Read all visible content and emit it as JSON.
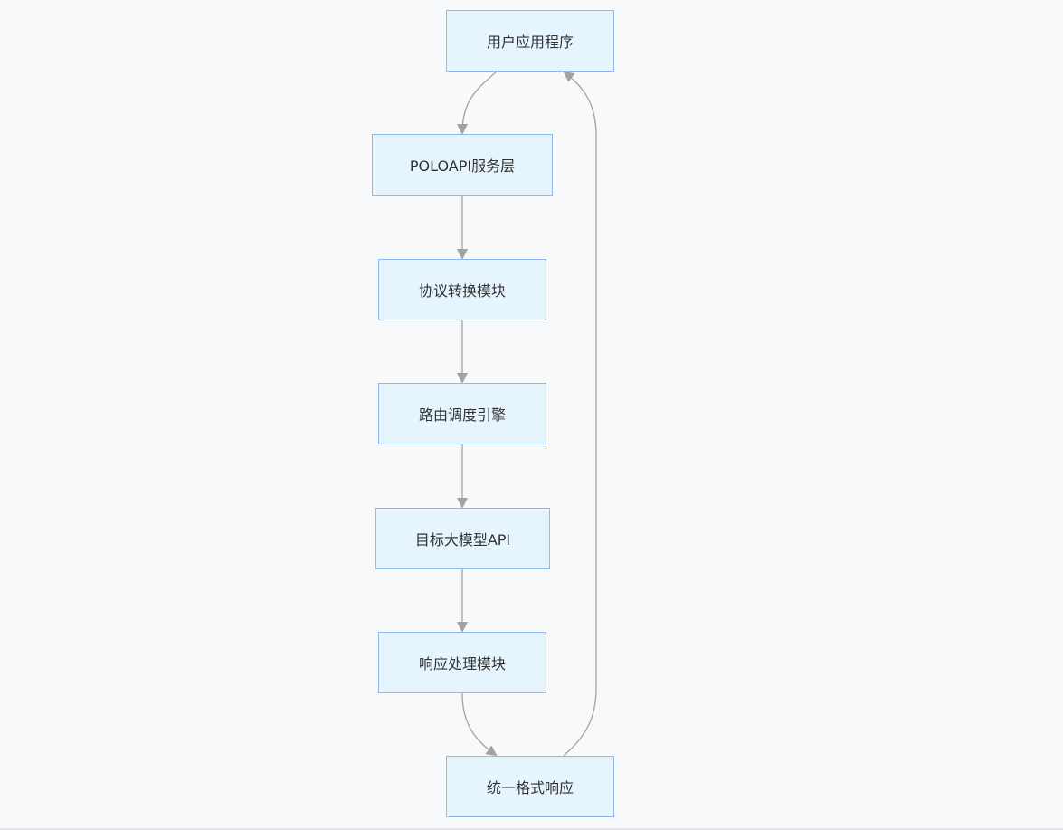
{
  "diagram": {
    "type": "flowchart",
    "nodes": [
      {
        "id": "n1",
        "label": "用户应用程序"
      },
      {
        "id": "n2",
        "label": "POLOAPI服务层"
      },
      {
        "id": "n3",
        "label": "协议转换模块"
      },
      {
        "id": "n4",
        "label": "路由调度引擎"
      },
      {
        "id": "n5",
        "label": "目标大模型API"
      },
      {
        "id": "n6",
        "label": "响应处理模块"
      },
      {
        "id": "n7",
        "label": "统一格式响应"
      }
    ],
    "edges": [
      {
        "from": "n1",
        "to": "n2"
      },
      {
        "from": "n2",
        "to": "n3"
      },
      {
        "from": "n3",
        "to": "n4"
      },
      {
        "from": "n4",
        "to": "n5"
      },
      {
        "from": "n5",
        "to": "n6"
      },
      {
        "from": "n6",
        "to": "n7"
      },
      {
        "from": "n7",
        "to": "n1"
      }
    ],
    "colors": {
      "node_fill": "#e6f4fd",
      "node_border": "#8fb7f2",
      "edge": "#a3a3a3",
      "background": "#f7f9fb"
    }
  }
}
